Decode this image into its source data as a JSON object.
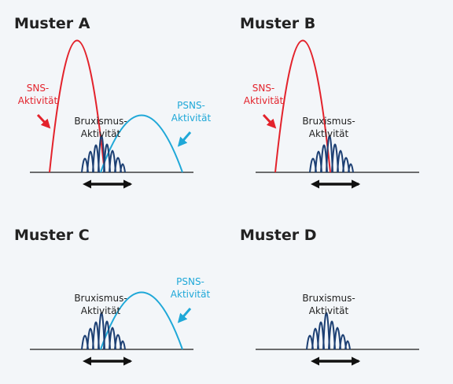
{
  "colors": {
    "background": "#f3f6f9",
    "sns": "#e3232c",
    "psns": "#1fa8d8",
    "bruxism": "#1c3f73",
    "arrow": "#111111",
    "text": "#222222"
  },
  "panels": [
    {
      "id": "a",
      "title": "Muster A",
      "sns": {
        "label_line1": "SNS-",
        "label_line2": "Aktivität"
      },
      "psns": {
        "label_line1": "PSNS-",
        "label_line2": "Aktivität"
      },
      "bruxism": {
        "label_line1": "Bruxismus-",
        "label_line2": "Aktivität"
      }
    },
    {
      "id": "b",
      "title": "Muster B",
      "sns": {
        "label_line1": "SNS-",
        "label_line2": "Aktivität"
      },
      "psns": null,
      "bruxism": {
        "label_line1": "Bruxismus-",
        "label_line2": "Aktivität"
      }
    },
    {
      "id": "c",
      "title": "Muster C",
      "sns": null,
      "psns": {
        "label_line1": "PSNS-",
        "label_line2": "Aktivität"
      },
      "bruxism": {
        "label_line1": "Bruxismus-",
        "label_line2": "Aktivität"
      }
    },
    {
      "id": "d",
      "title": "Muster D",
      "sns": null,
      "psns": null,
      "bruxism": {
        "label_line1": "Bruxismus-",
        "label_line2": "Aktivität"
      }
    }
  ]
}
